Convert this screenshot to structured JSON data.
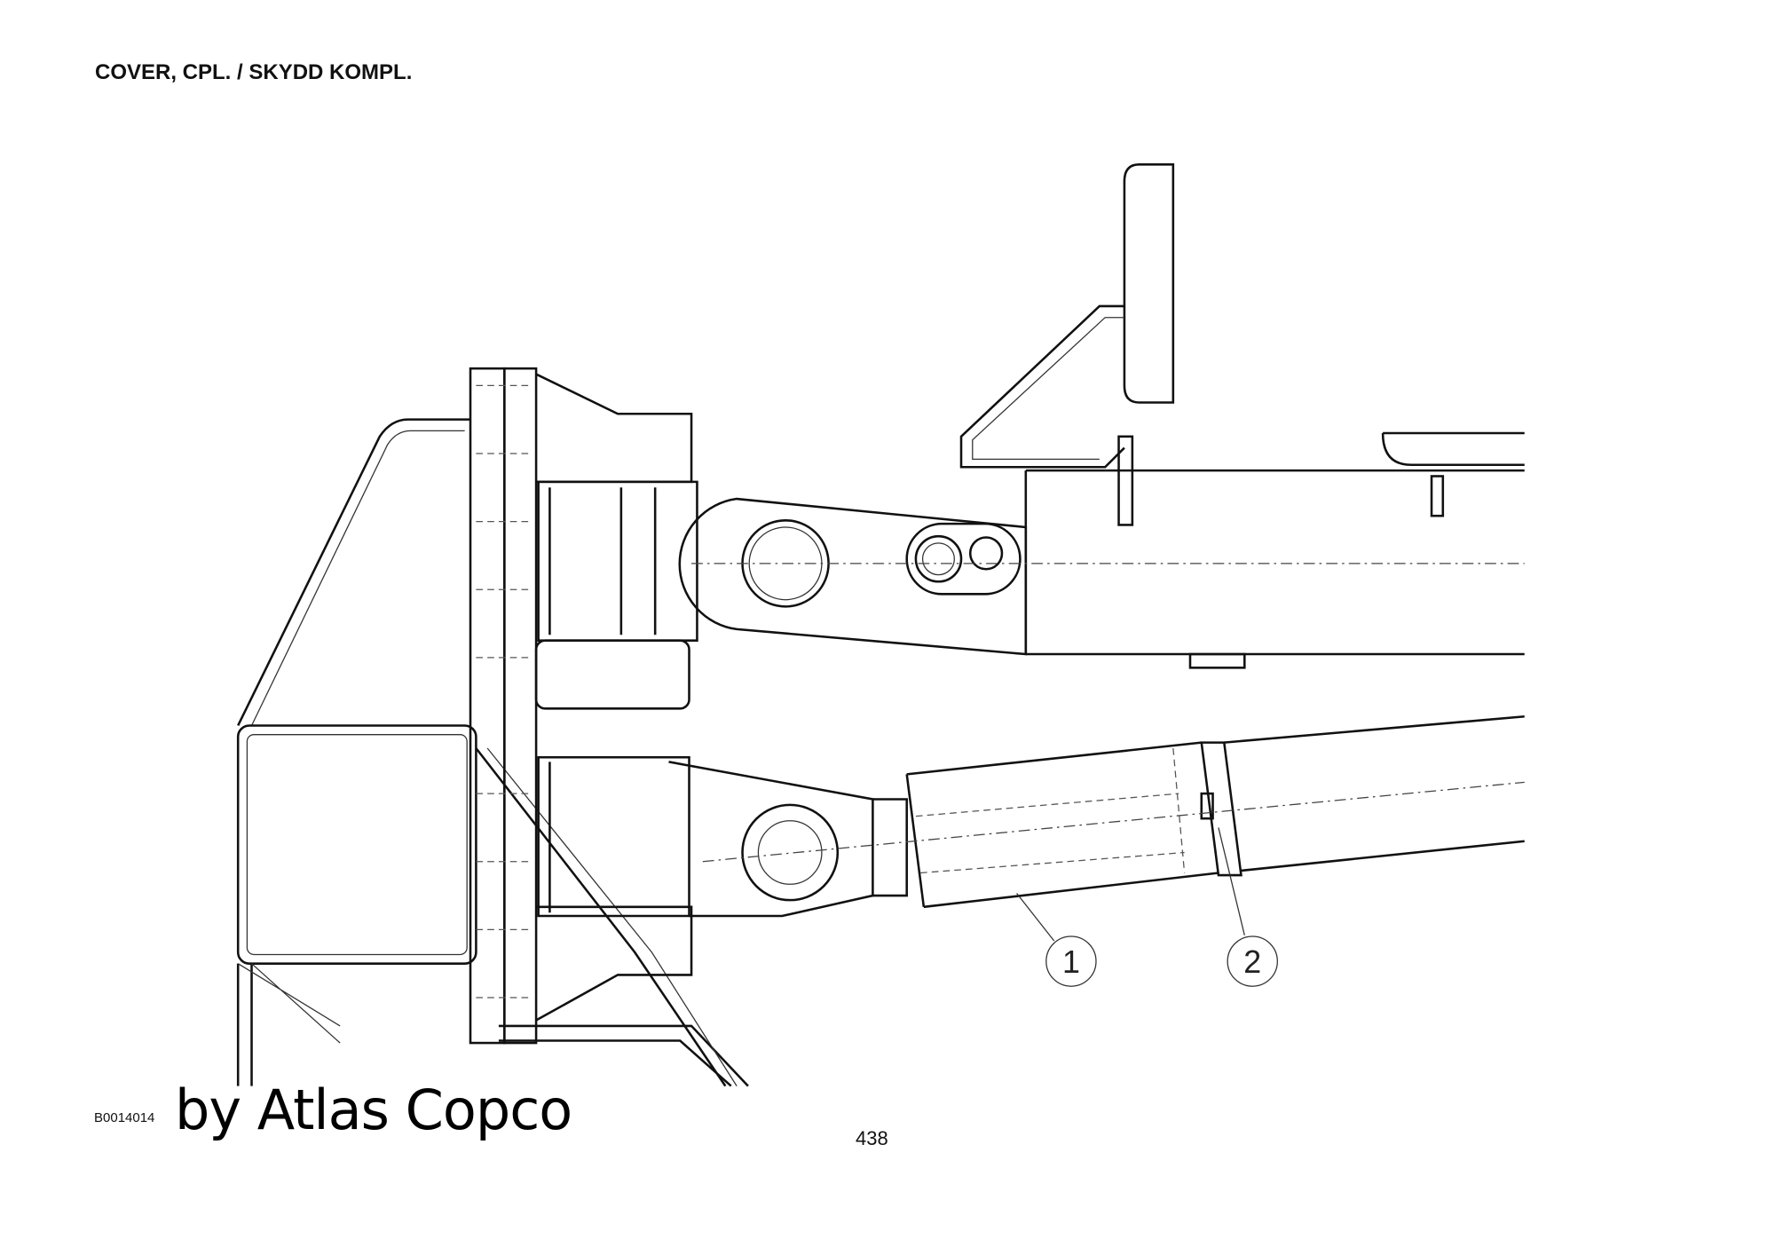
{
  "page": {
    "title": "COVER, CPL. / SKYDD KOMPL.",
    "figure_code": "B0014014",
    "watermark": "by Atlas Copco",
    "page_number": "438"
  },
  "drawing": {
    "callouts": [
      {
        "number": "1"
      },
      {
        "number": "2"
      }
    ]
  }
}
